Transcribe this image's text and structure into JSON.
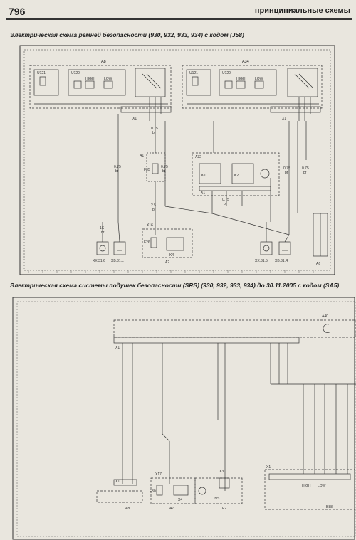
{
  "page": {
    "number": "796",
    "title": "принципиальные схемы"
  },
  "diagram1": {
    "caption": "Электрическая схема ремней безопасности (930, 932, 933, 934) с кодом (J58)",
    "labels": {
      "a8": "A8",
      "a34": "A34",
      "u121_left": "U121",
      "u120_left": "U120",
      "u121_right": "U121",
      "u120_right": "U120",
      "high_left": "HIGH",
      "low_left": "LOW",
      "high_right": "HIGH",
      "low_right": "LOW",
      "x1_left": "X1",
      "x1_right": "X1",
      "a1": "A1",
      "f35": "F35",
      "a32": "A32",
      "k1": "K1",
      "k2": "K2",
      "x1_mid": "X1",
      "x16": "X16",
      "f26": "F26",
      "k4": "K4",
      "a2": "A2",
      "a6": "A6",
      "xx316": "XX.31.6",
      "xb31l": "XB.31.L",
      "xx315": "XX.31.5",
      "xb31r": "XB.31.R"
    },
    "wire_labels": [
      "0.75",
      "br",
      "0.75",
      "br",
      "0.75",
      "br",
      "2.5",
      "br",
      "0.75",
      "br",
      "0.75",
      "br",
      "0.75",
      "br",
      "1S",
      "br"
    ]
  },
  "diagram2": {
    "caption": "Электрическая схема системы подушек безопасности (SRS) (930, 932, 933, 934) до 30.11.2005 с кодом (SA5)",
    "labels": {
      "a40": "A40",
      "x1_top": "X1",
      "x1_bottom": "X1",
      "x1_right": "X1",
      "x3": "X3",
      "x17": "X17",
      "f30": "F30",
      "x4": "X4",
      "a8": "A8",
      "a7": "A7",
      "ins": "INS",
      "p2": "P2",
      "b88": "B88",
      "high": "HIGH",
      "low": "LOW"
    }
  }
}
